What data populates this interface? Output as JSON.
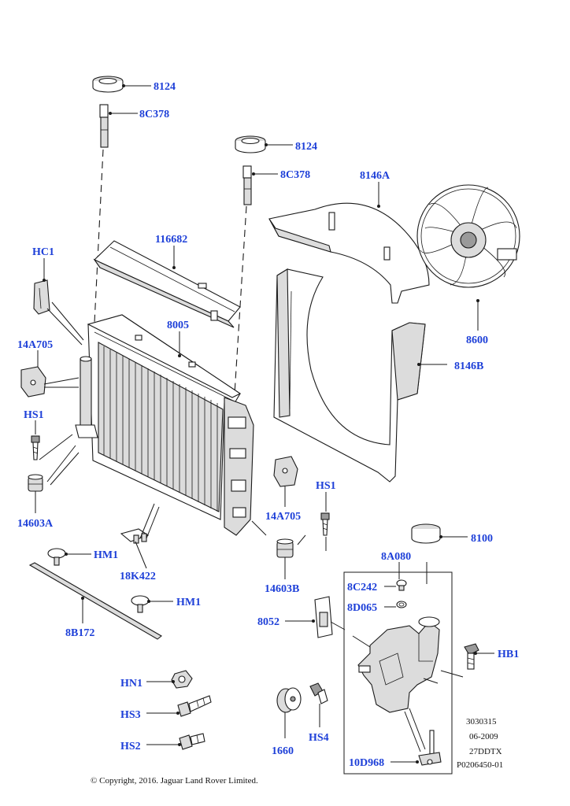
{
  "labels": {
    "p8124_a": "8124",
    "p8c378_a": "8C378",
    "p8124_b": "8124",
    "p8c378_b": "8C378",
    "p8146a": "8146A",
    "p116682": "116682",
    "hc1": "HC1",
    "p8005": "8005",
    "p8600": "8600",
    "p14a705_a": "14A705",
    "p8146b": "8146B",
    "hs1_a": "HS1",
    "hs1_b": "HS1",
    "p14603a": "14603A",
    "p14a705_b": "14A705",
    "p8100": "8100",
    "hm1_a": "HM1",
    "p18k422": "18K422",
    "p8a080": "8A080",
    "p14603b": "14603B",
    "p8c242": "8C242",
    "hm1_b": "HM1",
    "p8d065": "8D065",
    "p8052": "8052",
    "p8b172": "8B172",
    "hb1": "HB1",
    "hn1": "HN1",
    "hs3": "HS3",
    "hs2": "HS2",
    "p1660": "1660",
    "hs4": "HS4",
    "p10d968": "10D968"
  },
  "meta": {
    "line1": "3030315",
    "line2": "06-2009",
    "line3": "27DDTX",
    "line4": "P0206450-01"
  },
  "copyright": "© Copyright, 2016. Jaguar Land Rover Limited.",
  "colors": {
    "label": "#1d3fd8",
    "ink": "#1a1a1a"
  }
}
